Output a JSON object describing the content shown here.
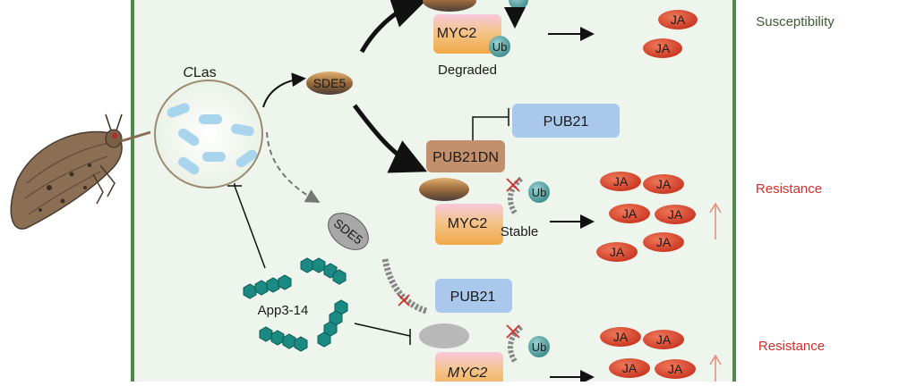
{
  "pathogen": {
    "prefix": "C",
    "suffix": "Las"
  },
  "effector_sde5": "SDE5",
  "effector_sde5_inhibited": "SDE5",
  "peptide_label": "App3-14",
  "top_panel": {
    "myc2": "MYC2",
    "ub": "Ub",
    "degraded": "Degraded",
    "ja": [
      "JA",
      "JA"
    ],
    "outcome": "Susceptibility"
  },
  "middle_panel": {
    "pub21": "PUB21",
    "pub21dn": "PUB21DN",
    "myc2": "MYC2",
    "ub": "Ub",
    "stable": "Stable",
    "ja": [
      "JA",
      "JA",
      "JA",
      "JA",
      "JA",
      "JA"
    ],
    "outcome": "Resistance"
  },
  "bottom_panel": {
    "pub21": "PUB21",
    "myc2": "MYC2",
    "ub": "Ub",
    "ja": [
      "JA",
      "JA",
      "JA",
      "JA"
    ],
    "outcome": "Resistance"
  },
  "colors": {
    "cell_border": "#4e8a4a",
    "cell_fill": "#eef5ec",
    "ja": "#d9452b",
    "myc2": "#f2b46a",
    "pub21": "#a9c8ec",
    "pub21dn": "#c2906c",
    "ub": "#4a9a9a",
    "peptide": "#1a8a82",
    "susceptibility_text": "#3a5a32",
    "resistance_text": "#d0302a"
  }
}
